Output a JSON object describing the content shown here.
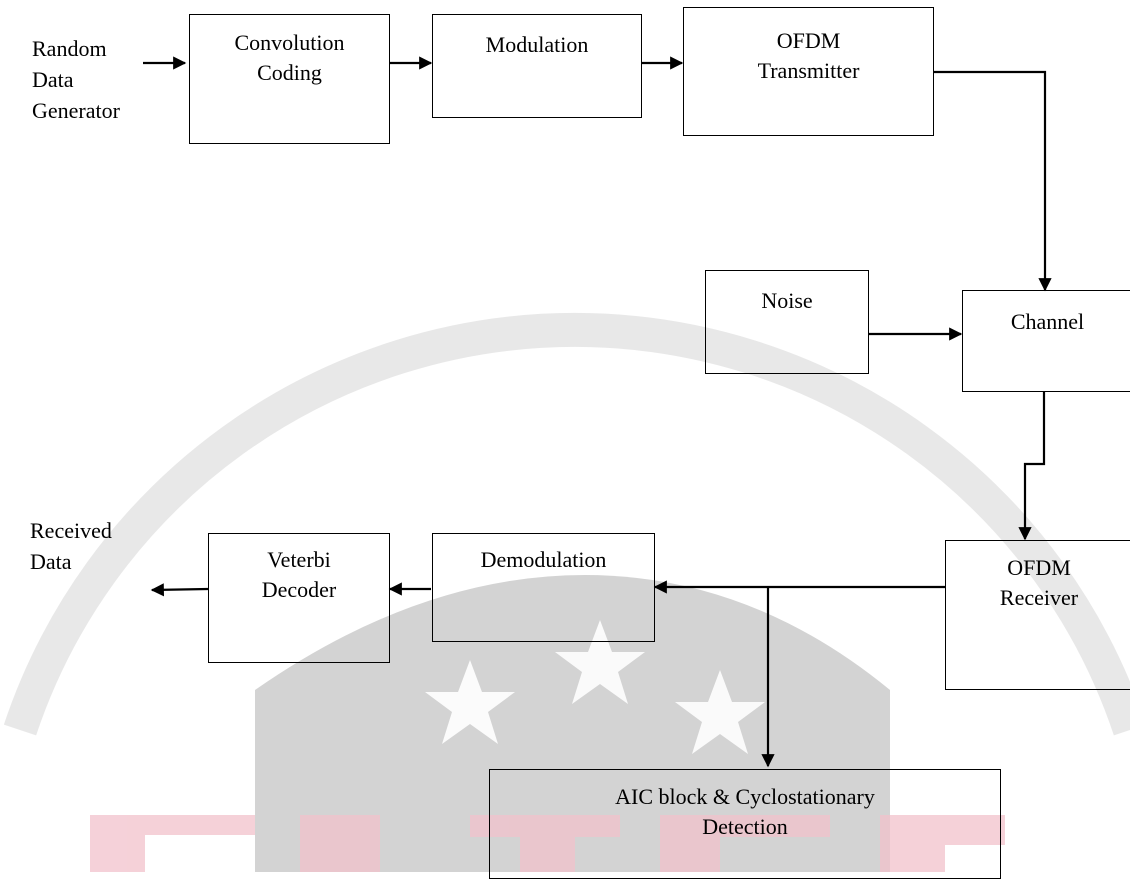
{
  "diagram": {
    "input_label": "Random\nData\nGenerator",
    "output_label": "Received\nData",
    "blocks": {
      "convolution_coding": "Convolution\nCoding",
      "modulation": "Modulation",
      "ofdm_transmitter": "OFDM\nTransmitter",
      "noise": "Noise",
      "channel": "Channel",
      "ofdm_receiver": "OFDM\nReceiver",
      "demodulation": "Demodulation",
      "veterbi_decoder": "Veterbi\nDecoder",
      "aic_detection": "AIC block & Cyclostationary\nDetection"
    }
  },
  "watermark": {
    "text": "A PEER REVIEWED",
    "color": "#cfcfcf",
    "accent_color": "#f2c2cc"
  }
}
